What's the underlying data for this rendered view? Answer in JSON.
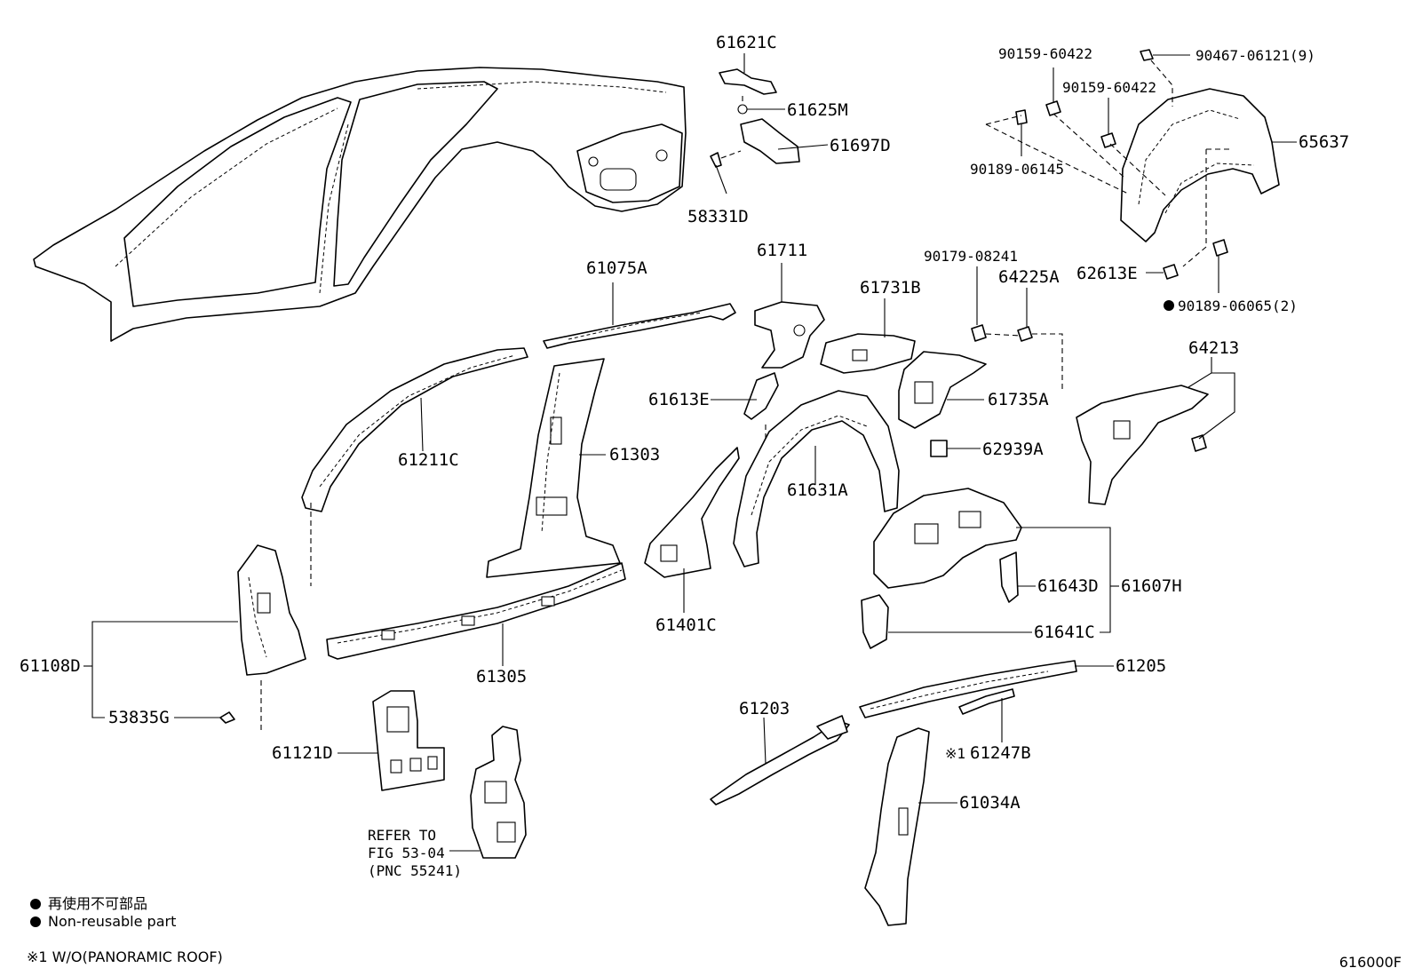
{
  "labels": {
    "p61621C": "61621C",
    "p61625M": "61625M",
    "p61697D": "61697D",
    "p58331D": "58331D",
    "p90159a": "90159-60422",
    "p90159b": "90159-60422",
    "p90467": "90467-06121(9)",
    "p90189a": "90189-06145",
    "p65637": "65637",
    "p61075A": "61075A",
    "p61711": "61711",
    "p61731B": "61731B",
    "p90179": "90179-08241",
    "p64225A": "64225A",
    "p62613E": "62613E",
    "p90189b": "90189-06065(2)",
    "p64213": "64213",
    "p61613E": "61613E",
    "p61735A": "61735A",
    "p61211C": "61211C",
    "p61303": "61303",
    "p62939A": "62939A",
    "p61631A": "61631A",
    "p61607H": "61607H",
    "p61643D": "61643D",
    "p61401C": "61401C",
    "p61641C": "61641C",
    "p61108D": "61108D",
    "p61305": "61305",
    "p61205": "61205",
    "p53835G": "53835G",
    "p61203": "61203",
    "p61121D": "61121D",
    "p61247B": "61247B",
    "p61247B_mark": "※1",
    "p61034A": "61034A",
    "refer1": "REFER TO",
    "refer2": "FIG 53-04",
    "refer3": "(PNC 55241)"
  },
  "legend": {
    "jp": "再使用不可部品",
    "en": "Non-reusable part"
  },
  "note": "※1 W/O(PANORAMIC ROOF)",
  "figure_id": "616000F"
}
